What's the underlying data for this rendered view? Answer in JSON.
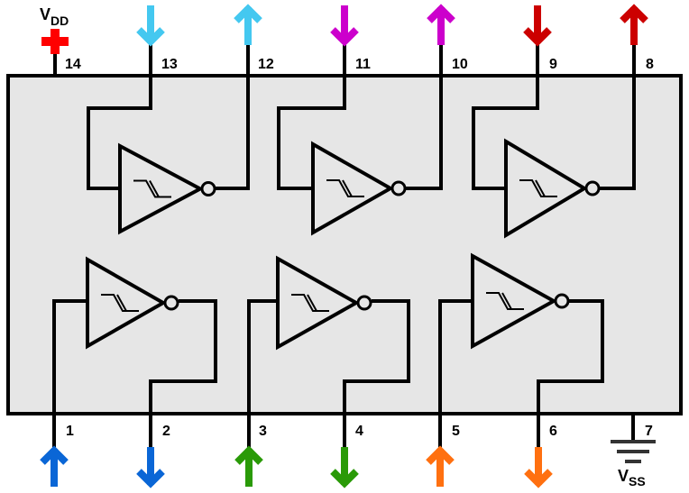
{
  "diagram": {
    "title": "Hex Schmitt-trigger inverter pinout",
    "package_fill": "#e6e6e6",
    "supply_top": {
      "label": "V",
      "subscript": "DD",
      "pin": 14,
      "symbol": "plus",
      "color": "#ff0000"
    },
    "supply_bottom": {
      "label": "V",
      "subscript": "SS",
      "pin": 7,
      "symbol": "ground"
    },
    "pins_top": [
      {
        "number": "14",
        "role": "VDD"
      },
      {
        "number": "13",
        "role": "input",
        "arrow": "down",
        "color": "#44c8f0"
      },
      {
        "number": "12",
        "role": "output",
        "arrow": "up",
        "color": "#44c8f0"
      },
      {
        "number": "11",
        "role": "input",
        "arrow": "down",
        "color": "#cc00cc"
      },
      {
        "number": "10",
        "role": "output",
        "arrow": "up",
        "color": "#cc00cc"
      },
      {
        "number": "9",
        "role": "input",
        "arrow": "down",
        "color": "#cc0000"
      },
      {
        "number": "8",
        "role": "output",
        "arrow": "up",
        "color": "#cc0000"
      }
    ],
    "pins_bottom": [
      {
        "number": "1",
        "role": "input",
        "arrow": "up",
        "color": "#0a66d6"
      },
      {
        "number": "2",
        "role": "output",
        "arrow": "down",
        "color": "#0a66d6"
      },
      {
        "number": "3",
        "role": "input",
        "arrow": "up",
        "color": "#2a9a08"
      },
      {
        "number": "4",
        "role": "output",
        "arrow": "down",
        "color": "#2a9a08"
      },
      {
        "number": "5",
        "role": "input",
        "arrow": "up",
        "color": "#ff7010"
      },
      {
        "number": "6",
        "role": "output",
        "arrow": "down",
        "color": "#ff7010"
      },
      {
        "number": "7",
        "role": "VSS"
      }
    ],
    "gates": [
      {
        "name": "gate-13-12",
        "type": "schmitt-inverter",
        "input": "13",
        "output": "12"
      },
      {
        "name": "gate-11-10",
        "type": "schmitt-inverter",
        "input": "11",
        "output": "10"
      },
      {
        "name": "gate-9-8",
        "type": "schmitt-inverter",
        "input": "9",
        "output": "8"
      },
      {
        "name": "gate-1-2",
        "type": "schmitt-inverter",
        "input": "1",
        "output": "2"
      },
      {
        "name": "gate-3-4",
        "type": "schmitt-inverter",
        "input": "3",
        "output": "4"
      },
      {
        "name": "gate-5-6",
        "type": "schmitt-inverter",
        "input": "5",
        "output": "6"
      }
    ]
  }
}
